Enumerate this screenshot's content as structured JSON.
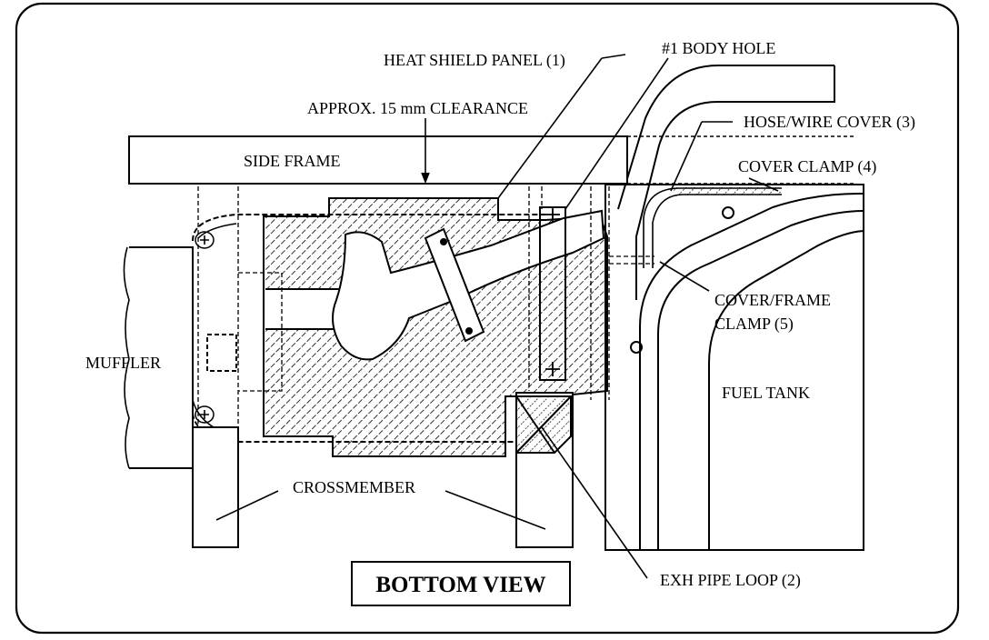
{
  "labels": {
    "heat_shield_panel": "HEAT SHIELD PANEL (1)",
    "body_hole": "#1 BODY HOLE",
    "clearance": "APPROX. 15 mm CLEARANCE",
    "hose_wire_cover": "HOSE/WIRE COVER (3)",
    "side_frame": "SIDE FRAME",
    "cover_clamp": "COVER CLAMP (4)",
    "cover_frame_clamp_line1": "COVER/FRAME",
    "cover_frame_clamp_line2": "CLAMP (5)",
    "muffler": "MUFFLER",
    "fuel_tank": "FUEL TANK",
    "crossmember": "CROSSMEMBER",
    "exh_pipe_loop": "EXH PIPE  LOOP (2)"
  },
  "title": "BOTTOM VIEW"
}
